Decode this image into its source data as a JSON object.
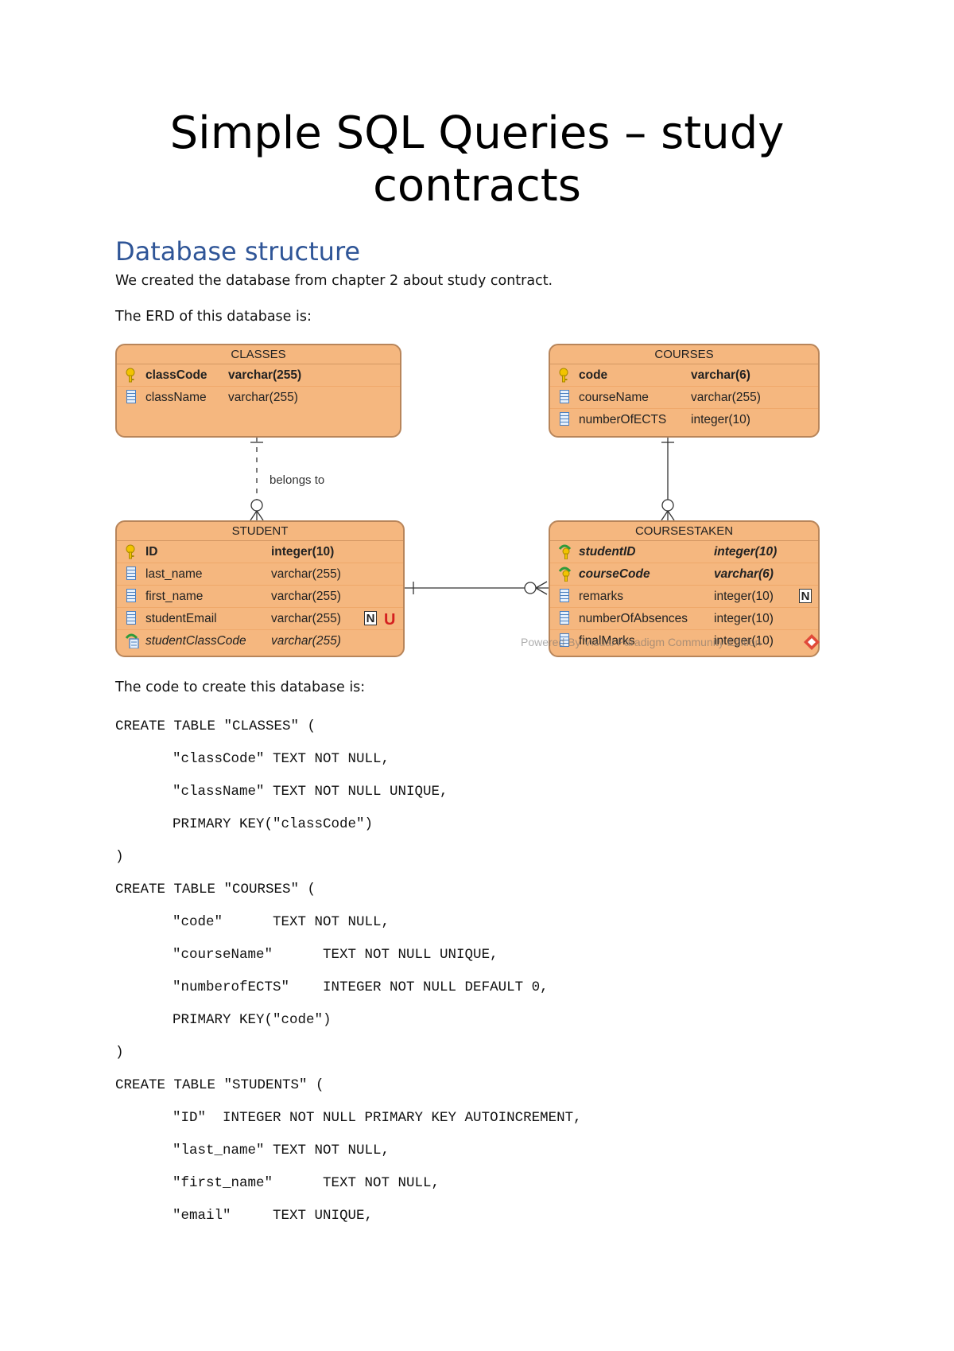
{
  "title_line1": "Simple SQL Queries – study",
  "title_line2": "contracts",
  "section_heading": "Database structure",
  "intro": "We created the database from chapter 2 about study contract.",
  "erd_intro": "The ERD of this database is:",
  "erd": {
    "classes": {
      "title": "CLASSES",
      "rows": [
        {
          "name": "classCode",
          "type": "varchar(255)",
          "key": "primary"
        },
        {
          "name": "className",
          "type": "varchar(255)",
          "key": "column"
        }
      ]
    },
    "courses": {
      "title": "COURSES",
      "rows": [
        {
          "name": "code",
          "type": "varchar(6)",
          "key": "primary"
        },
        {
          "name": "courseName",
          "type": "varchar(255)",
          "key": "column"
        },
        {
          "name": "numberOfECTS",
          "type": "integer(10)",
          "key": "column"
        }
      ]
    },
    "student": {
      "title": "STUDENT",
      "rows": [
        {
          "name": "ID",
          "type": "integer(10)",
          "key": "primary"
        },
        {
          "name": "last_name",
          "type": "varchar(255)",
          "key": "column"
        },
        {
          "name": "first_name",
          "type": "varchar(255)",
          "key": "column"
        },
        {
          "name": "studentEmail",
          "type": "varchar(255)",
          "key": "column",
          "n": "N",
          "u": "U"
        },
        {
          "name": "studentClassCode",
          "type": "varchar(255)",
          "key": "foreign"
        }
      ]
    },
    "coursestaken": {
      "title": "COURSESTAKEN",
      "rows": [
        {
          "name": "studentID",
          "type": "integer(10)",
          "key": "foreign-primary"
        },
        {
          "name": "courseCode",
          "type": "varchar(6)",
          "key": "foreign-primary"
        },
        {
          "name": "remarks",
          "type": "integer(10)",
          "key": "column",
          "n": "N"
        },
        {
          "name": "numberOfAbsences",
          "type": "integer(10)",
          "key": "column"
        },
        {
          "name": "finalMarks",
          "type": "integer(10)",
          "key": "column"
        }
      ]
    },
    "relationship_label": "belongs to",
    "watermark": "Powered By Visual Paradigm Community Edition",
    "colors": {
      "entity_fill": "#f5b77f",
      "entity_border": "#b8855a",
      "heading": "#2f5597"
    }
  },
  "code_intro": "The code to create this database is:",
  "code_lines": [
    "CREATE TABLE \"CLASSES\" (",
    "\"classCode\" TEXT NOT NULL,",
    "\"className\" TEXT NOT NULL UNIQUE,",
    "PRIMARY KEY(\"classCode\")",
    ")",
    "CREATE TABLE \"COURSES\" (",
    "\"code\"      TEXT NOT NULL,",
    "\"courseName\"      TEXT NOT NULL UNIQUE,",
    "\"numberofECTS\"    INTEGER NOT NULL DEFAULT 0,",
    "PRIMARY KEY(\"code\")",
    ")",
    "CREATE TABLE \"STUDENTS\" (",
    "\"ID\"  INTEGER NOT NULL PRIMARY KEY AUTOINCREMENT,",
    "\"last_name\" TEXT NOT NULL,",
    "\"first_name\"      TEXT NOT NULL,",
    "\"email\"     TEXT UNIQUE,"
  ]
}
